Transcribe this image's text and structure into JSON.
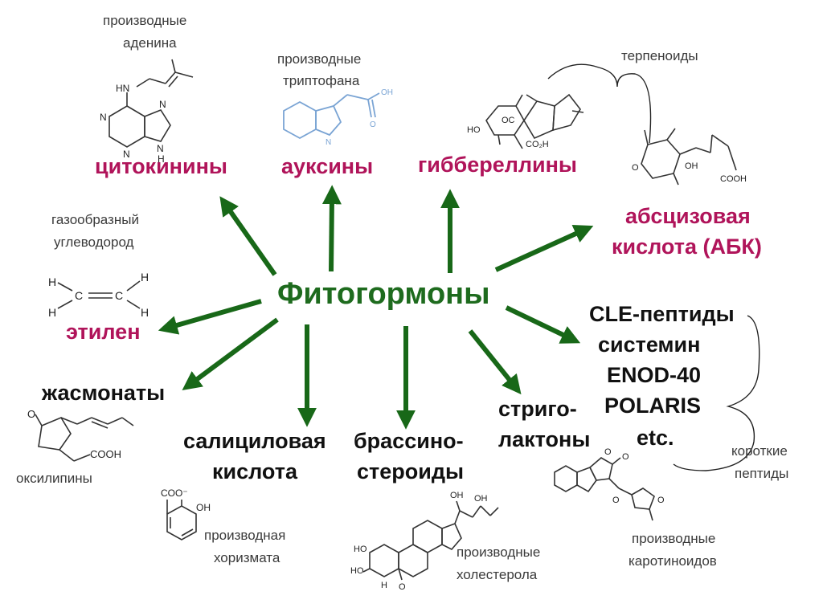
{
  "center_label": "Фитогормоны",
  "colors": {
    "arrow": "#186818",
    "center": "#1e6b1e",
    "hormone": "#b0145a",
    "text": "#111111",
    "note": "#3a3a3a",
    "structure_line": "#333333",
    "auxin_structure": "#7aa4d4"
  },
  "hormones": {
    "cytokinins": "цитокинины",
    "auxins": "ауксины",
    "gibberellins": "гиббереллины",
    "abscisic_line1": "абсцизовая",
    "abscisic_line2": "кислота (АБК)",
    "ethylene": "этилен",
    "jasmonates": "жасмонаты",
    "salicylic_line1": "салициловая",
    "salicylic_line2": "кислота",
    "brassino_line1": "брассино-",
    "brassino_line2": "стероиды",
    "strigo_line1": "стриго-",
    "strigo_line2": "лактоны"
  },
  "peptides": [
    "CLE-пептиды",
    "системин",
    "ENOD-40",
    "POLARIS",
    "etc."
  ],
  "notes": {
    "adenine_line1": "производные",
    "adenine_line2": "аденина",
    "tryptophan_line1": "производные",
    "tryptophan_line2": "триптофана",
    "terpenoids": "терпеноиды",
    "gas_line1": "газообразный",
    "gas_line2": "углеводород",
    "oxylipins": "оксилипины",
    "chorismate_line1": "производная",
    "chorismate_line2": "хоризмата",
    "cholesterol_line1": "производные",
    "cholesterol_line2": "холестерола",
    "carotenoid_line1": "производные",
    "carotenoid_line2": "каротиноидов",
    "short_line1": "короткие",
    "short_line2": "пептиды"
  },
  "structure_labels": {
    "adenine_nh": "HN",
    "adenine_n1": "N",
    "adenine_n3": "N",
    "adenine_n7": "N",
    "adenine_n9": "N",
    "adenine_h": "H",
    "auxin_oh": "OH",
    "auxin_o": "O",
    "auxin_nh": "N",
    "gib_ho": "HO",
    "gib_oc": "OC",
    "gib_co2h": "CO₂H",
    "aba_o": "O",
    "aba_oh": "OH",
    "aba_cooh": "COOH",
    "ethylene_h": "H",
    "ethylene_c": "C",
    "jasm_o": "O",
    "jasm_cooh": "COOH",
    "sal_coo": "COO⁻",
    "sal_oh": "OH",
    "brass_oh": "OH",
    "brass_ho": "HO",
    "brass_o": "O",
    "brass_h": "H",
    "strigo_o": "O"
  }
}
